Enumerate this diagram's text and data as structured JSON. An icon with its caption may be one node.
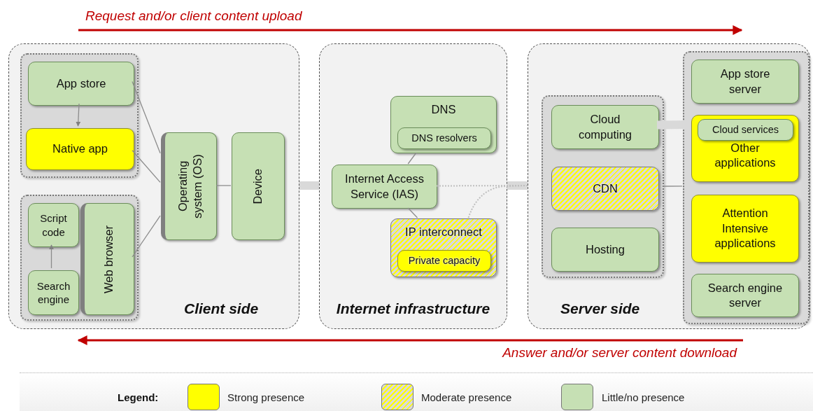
{
  "diagram": {
    "nodes": [
      {
        "text": [
          "Client side"
        ]
      },
      {
        "text": [],
        "shape": "box",
        "in": 0
      },
      {
        "text": [
          "App store"
        ],
        "in": 1
      },
      {
        "text": [
          "Native app"
        ],
        "in": 1
      },
      {
        "text": [],
        "shape": "box",
        "in": 0
      },
      {
        "text": [
          "Script code"
        ],
        "in": 4
      },
      {
        "text": [
          "Search engine"
        ],
        "in": 4
      },
      {
        "text": [
          "Web browser"
        ],
        "in": 4
      },
      {
        "text": [
          "Operating system (OS)"
        ],
        "in": 0
      },
      {
        "text": [
          "Device"
        ],
        "in": 0
      },
      {
        "text": [
          "Internet infrastructure"
        ]
      },
      {
        "text": [
          "DNS"
        ],
        "in": 10
      },
      {
        "text": [
          "DNS resolvers"
        ],
        "in": 11
      },
      {
        "text": [
          "Internet Access Service (IAS)"
        ],
        "in": 10
      },
      {
        "text": [
          "IP interconnect"
        ],
        "in": 10
      },
      {
        "text": [
          "Private capacity"
        ],
        "in": 14
      },
      {
        "text": [
          "Server side"
        ]
      },
      {
        "text": [],
        "shape": "box",
        "in": 16
      },
      {
        "text": [
          "Cloud computing"
        ],
        "in": 17
      },
      {
        "text": [
          "CDN"
        ],
        "in": 17
      },
      {
        "text": [
          "Hosting"
        ],
        "in": 17
      },
      {
        "text": [],
        "shape": "box",
        "in": 16
      },
      {
        "text": [
          "App store server"
        ],
        "in": 21
      },
      {
        "text": [
          "Other applications"
        ],
        "in": 21
      },
      {
        "text": [
          "Cloud services"
        ],
        "in": 23
      },
      {
        "text": [
          "Attention Intensive applications"
        ],
        "in": 21
      },
      {
        "text": [
          "Search engine server"
        ],
        "in": 21
      }
    ],
    "edges": [
      {
        "from": 2,
        "to": 3,
        "arrow": "to"
      },
      {
        "from": 6,
        "to": 5,
        "arrow": "to"
      },
      {
        "from": 2,
        "to": 8,
        "arrow": "none"
      },
      {
        "from": 3,
        "to": 8,
        "arrow": "none"
      },
      {
        "from": 7,
        "to": 8,
        "arrow": "none"
      },
      {
        "from": 8,
        "to": 9,
        "arrow": "none"
      },
      {
        "from": 0,
        "to": 10,
        "arrow": "none",
        "style": "thick",
        "color": "#d9d9d9"
      },
      {
        "from": 10,
        "to": 16,
        "arrow": "none",
        "style": "thick",
        "color": "#d9d9d9"
      },
      {
        "from": 11,
        "to": 13,
        "arrow": "none"
      },
      {
        "from": 13,
        "to": 14,
        "arrow": "none"
      },
      {
        "from": 13,
        "to": 16,
        "arrow": "none",
        "style": "dashed",
        "color": "#bfbfbf"
      },
      {
        "from": 14,
        "to": 16,
        "arrow": "none",
        "style": "dashed",
        "color": "#bfbfbf"
      },
      {
        "from": 18,
        "to": 23,
        "arrow": "none",
        "style": "thick",
        "color": "#d9d9d9"
      },
      {
        "from": 17,
        "to": 21,
        "arrow": "none"
      }
    ],
    "labels": [
      "Request and/or client content upload",
      "Answer and/or server content download",
      "Legend:"
    ],
    "legend": [
      {
        "text": "Strong presence",
        "color": "#ffff00"
      },
      {
        "text": "Moderate presence"
      },
      {
        "text": "Little/no presence",
        "color": "#c6e0b4"
      }
    ]
  }
}
